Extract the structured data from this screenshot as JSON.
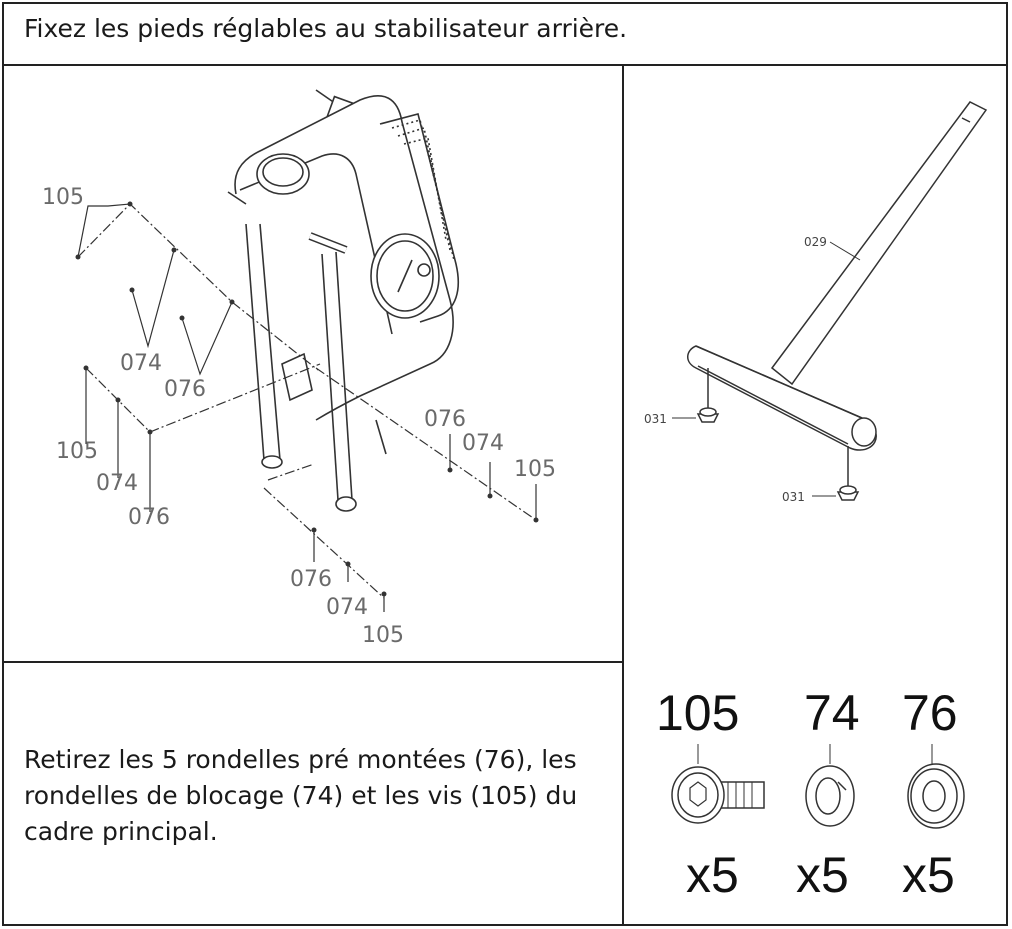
{
  "header": {
    "instruction": "Fixez les pieds réglables au stabilisateur arrière."
  },
  "assembly_labels": {
    "screw_top": "105",
    "lockwasher_left": "074",
    "washer_left": "076",
    "screw_left": "105",
    "lockwasher_left_low": "074",
    "washer_left_low": "076",
    "washer_right": "076",
    "lockwasher_right": "074",
    "screw_right": "105",
    "washer_bottom": "076",
    "lockwasher_bottom": "074",
    "screw_bottom": "105"
  },
  "stabilizer_labels": {
    "tube": "029",
    "foot_left": "031",
    "foot_right": "031"
  },
  "parts": {
    "instruction": "Retirez les 5 rondelles pré montées (76), les rondelles de blocage (74) et les vis (105) du cadre principal.",
    "items": [
      {
        "id": "105",
        "qty": "x5"
      },
      {
        "id": "74",
        "qty": "x5"
      },
      {
        "id": "76",
        "qty": "x5"
      }
    ]
  }
}
